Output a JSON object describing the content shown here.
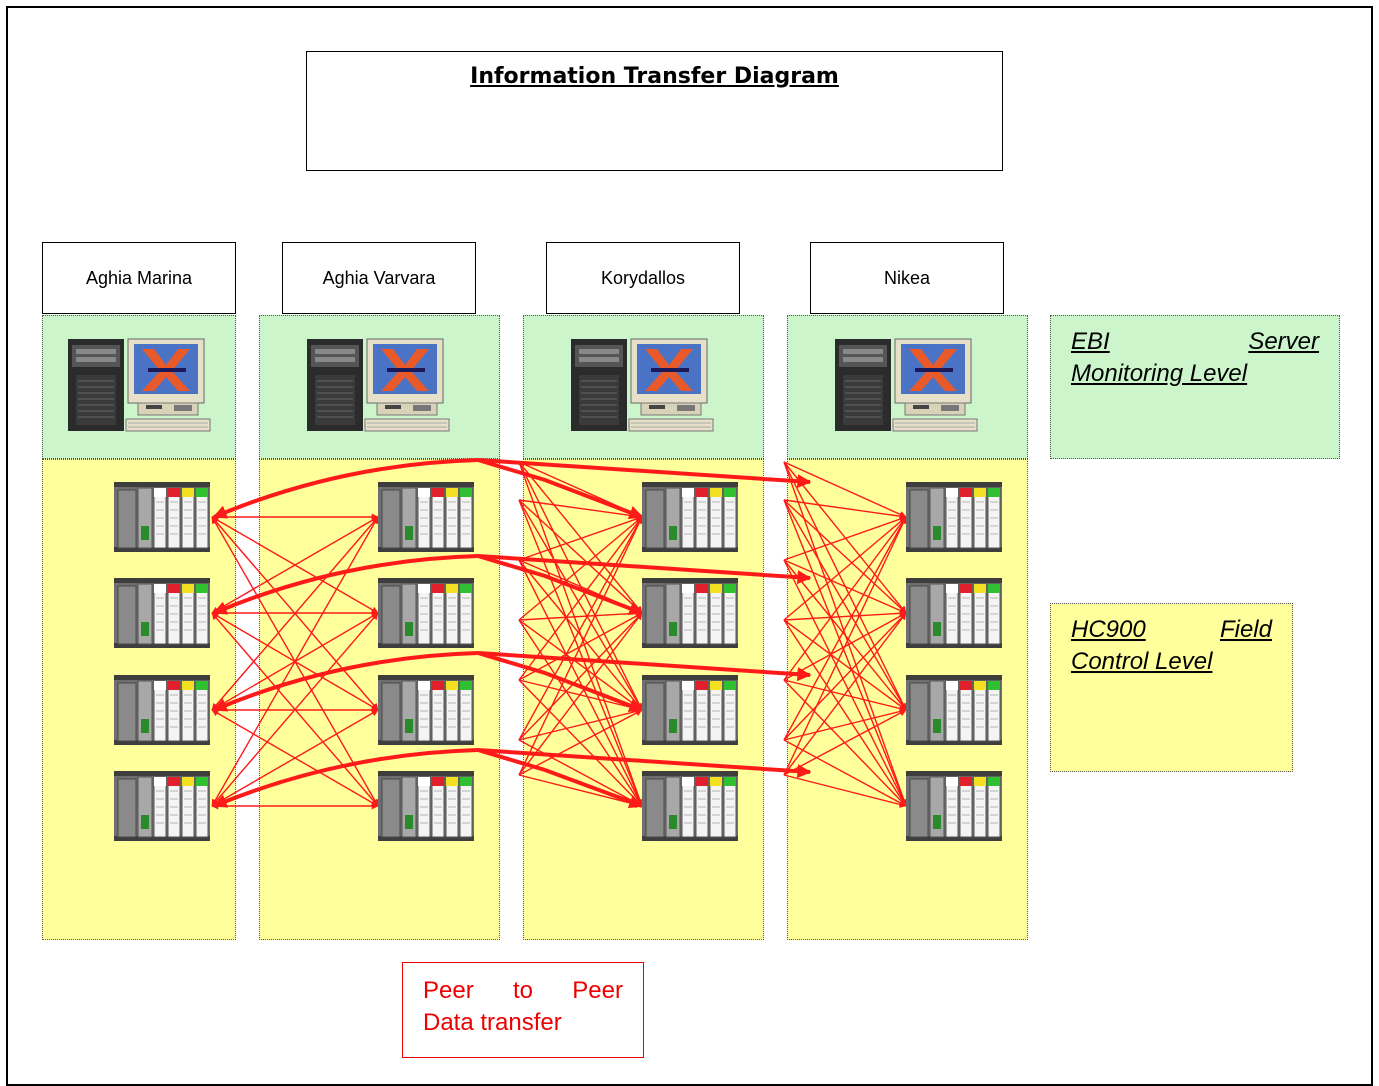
{
  "title": "Information Transfer Diagram",
  "sites": [
    "Aghia Marina",
    "Aghia Varvara",
    "Korydallos",
    "Nikea"
  ],
  "levels": {
    "ebi": {
      "line1_left": "EBI",
      "line1_right": "Server",
      "line2": "Monitoring Level"
    },
    "hc900": {
      "line1_left": "HC900",
      "line1_right": "Field",
      "line2": "Control Level"
    }
  },
  "peer_label": {
    "w1": "Peer",
    "w2": "to",
    "w3": "Peer",
    "line2": "Data transfer"
  },
  "colors": {
    "monitoring_bg": "#ccf5cc",
    "field_bg": "#ffff9c",
    "link": "#ff1a1a"
  },
  "icons": {
    "server": "workstation-icon",
    "controller": "hc900-controller-icon"
  },
  "controllers_per_site": 4
}
